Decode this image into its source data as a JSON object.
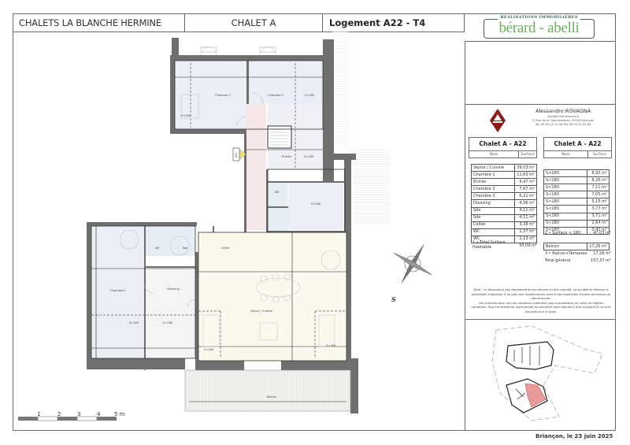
{
  "header": {
    "project": "CHALETS LA BLANCHE HERMINE",
    "building": "CHALET A",
    "unit": "Logement A22 - T4"
  },
  "brand": {
    "tagline": "RÉALISATIONS IMMOBILIÈRES",
    "name": "bérard - abelli",
    "color": "#6bb05a",
    "frame_color": "#4a5c55"
  },
  "architect": {
    "name": "Alessandro ROVAGNA",
    "company": "Société d'Architecture",
    "address": "3, Rue de la Commanderie, 05100 Briançon",
    "phone": "Tél. 04.92.21.20.58 Fax 04.92.21.20.84",
    "logo_color": "#8b1a1a"
  },
  "table_left": {
    "title": "Chalet A - A22",
    "col_name": "Nom",
    "col_surface": "Surface",
    "rows": [
      {
        "name": "Sejour / Cuisine",
        "surface": "39,03 m²"
      },
      {
        "name": "Chambre 1",
        "surface": "11,65 m²"
      },
      {
        "name": "Entrée",
        "surface": "9,47 m²"
      },
      {
        "name": "Chambre 2",
        "surface": "7,67 m²"
      },
      {
        "name": "Chambre 3",
        "surface": "6,21 m²"
      },
      {
        "name": "Dressing",
        "surface": "4,96 m²"
      },
      {
        "name": "Sde",
        "surface": "4,11 m²"
      },
      {
        "name": "Sde",
        "surface": "4,11 m²"
      },
      {
        "name": "Cellier",
        "surface": "3,38 m²"
      },
      {
        "name": "WC",
        "surface": "1,37 m²"
      },
      {
        "name": "WC",
        "surface": "1,13 m²"
      }
    ],
    "total_label": "1 • Total Surface Habitable",
    "total_value": "93,09 m²"
  },
  "table_right": {
    "title": "Chalet A - A22",
    "col_name": "Nom",
    "col_surface": "Surface",
    "rows": [
      {
        "name": "S<180",
        "surface": "8,93 m²"
      },
      {
        "name": "S<180",
        "surface": "8,26 m²"
      },
      {
        "name": "S<180",
        "surface": "7,11 m²"
      },
      {
        "name": "S<180",
        "surface": "7,05 m²"
      },
      {
        "name": "S<180",
        "surface": "5,15 m²"
      },
      {
        "name": "S<180",
        "surface": "3,77 m²"
      },
      {
        "name": "S<180",
        "surface": "3,71 m²"
      },
      {
        "name": "S<180",
        "surface": "2,64 m²"
      },
      {
        "name": "S<180",
        "surface": "0,41 m²"
      }
    ],
    "total_label": "2 • Surface < 180",
    "total_value": "47,03 m²",
    "balcon_name": "Balcon",
    "balcon_value": "17,26 m²",
    "terrace_label": "3 • Balcon+Terrasses",
    "terrace_value": "17,26 m²",
    "grand_label": "Total général",
    "grand_value": "157,37 m²"
  },
  "note": {
    "line1": "Nota : La disposition des équipements est donnée à titre indicatif. La société se réserve la possibilité d'apporter à ce plan des modifications dues à des impératifs d'ordre technique ou administratif.",
    "line2": "Les surfaces ainsi que les cotations indiquées sont susceptibles de subir de légères variations. Tous les éléments représentés en pointillés sont donnés à titre indicatif et ne sont pas prévus à la base."
  },
  "footer": {
    "date": "Briançon, le 23 juin 2025"
  },
  "scale_bar": {
    "labels": [
      "1",
      "2",
      "3",
      "4",
      "5 m"
    ]
  },
  "compass": {
    "label": "S"
  },
  "plan": {
    "entry_marker": "A22",
    "rooms": {
      "chambre2": "Chambre 2",
      "chambre3": "Chambre 3",
      "chambre1": "Chambre 1",
      "entree": "Entrée",
      "wc1": "WC",
      "wc2": "WC",
      "sde1": "Sde",
      "sde2": "Sde",
      "cellier": "Cellier",
      "dressing": "Dressing",
      "sejour": "Séjour / Cuisine",
      "balcon": "Balcon",
      "s180": "S<180"
    },
    "colors": {
      "wall": "#6f6f6f",
      "room_fill": "#eceef5",
      "entry_fill": "#f6e8e8",
      "living_fill": "#fbf8ee",
      "bath_fill": "#e6eef4",
      "balcony_fill": "#ececec",
      "highlight": "#e89a9a"
    }
  }
}
